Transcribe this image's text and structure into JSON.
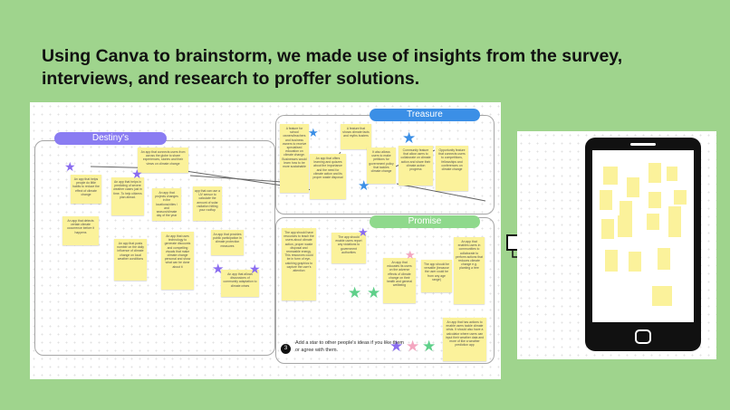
{
  "headline": "Using Canva to brainstorm, we made use of insights from the survey, interviews, and research to proffer solutions.",
  "sections": {
    "destiny": "Destiny's",
    "treasure": "Treasure",
    "promise": "Promise"
  },
  "destiny_notes": [
    "An app that helps people do little habits to reduce the effect of climate change",
    "An app that connects users from across the globe to share experiences, stories and their views on climate change",
    "An app that helps in predicting of severe weather cases just in time. To help citizens plan ahead.",
    "An app that projects changes in the locations/cities / and season/climate day of the year",
    "app that can use a UV sensor to calculate the amount of solar radiation hitting your rooftop",
    "An app that detects certain climate occurrence before it happens",
    "An app that posts number on the daily influence of climate change on local weather conditions",
    "An app that uses technology to generate discounts and compelling visuals that make climate change personal and show what can be done about it",
    "An app that provides public participation in climate protection measures",
    "An app that allows discussions of community adaptation to climate crises"
  ],
  "treasure_notes": [
    "A feature for school owners/teachers and business owners to receive specialised education on climate change. Businesses would learn how to be more sustainable",
    "A feature that shows climate facts and myths busters",
    "An app that offers learning and quizzes about the importance and the need for climate action and its proper waste disposal",
    "It also allows users to make petitions for government policy that tackles climate change",
    "Community feature that allow users to collaborate on climate action and share their climate action progress",
    "Opportunity feature that connects users to competitions, fellowships and conferences on climate change"
  ],
  "promise_notes": [
    "The app should have resources to teach the users about climate action, proper waste disposal and renewable energy. This resources could be in form of eye-catching graphics to capture the user's attention",
    "The app should enable users report any violations to government authorities",
    "An app that educates its users on the adverse effects of climate change on their health and general wellbeing",
    "The app should be versatile (because the user could be from any age range)",
    "An app that enables users in communities to collaborate to perform actions that reduces climate change e.g. planting a tree",
    "An app that has actions to enable users tackle climate crisis. It should also have a calculator where users can input their weather data and more of like a weather prediction app"
  ],
  "star_instruction": {
    "badge": "3",
    "text": "Add a star to other people's ideas if you like them or agree with them."
  },
  "colors": {
    "background": "#9fd48d",
    "destiny_pill": "#8a7cf2",
    "treasure_pill": "#3b8fe6",
    "promise_pill": "#8fd98c",
    "sticky": "#fbf29b",
    "star_purple": "#8a6cf0",
    "star_blue": "#3b8fe6",
    "star_green": "#5fd08a",
    "star_pink": "#f4a6c0"
  },
  "icons": [
    "arrow-right-icon",
    "star-icon",
    "smartphone-icon"
  ]
}
